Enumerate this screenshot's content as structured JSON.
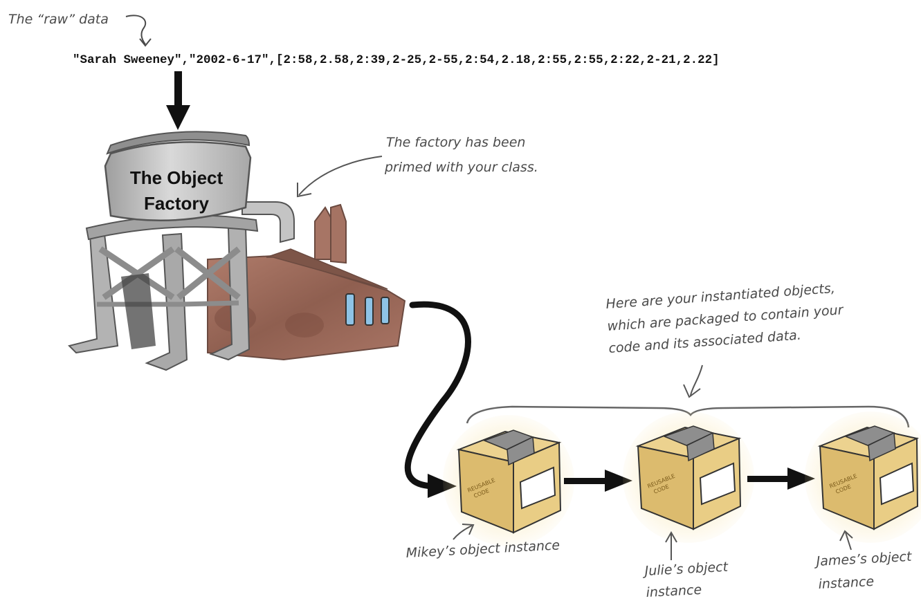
{
  "labels": {
    "raw_data": "The “raw” data",
    "raw_record": "\"Sarah Sweeney\",\"2002-6-17\",[2:58,2.58,2:39,2-25,2-55,2:54,2.18,2:55,2:55,2:22,2-21,2.22]",
    "factory_line1": "The Object",
    "factory_line2": "Factory",
    "primed_line1": "The factory has been",
    "primed_line2": "primed with your class.",
    "instantiated_line1": "Here are your instantiated objects,",
    "instantiated_line2": "which are packaged to contain your",
    "instantiated_line3": "code and its associated data.",
    "mikey": "Mikey’s object instance",
    "julie_line1": "Julie’s object",
    "julie_line2": "instance",
    "james_line1": "James’s object",
    "james_line2": "instance"
  },
  "boxes": [
    {
      "stamp_line1": "REUSABLE",
      "stamp_line2": "CODE"
    },
    {
      "stamp_line1": "REUSABLE",
      "stamp_line2": "CODE"
    },
    {
      "stamp_line1": "REUSABLE",
      "stamp_line2": "CODE"
    }
  ],
  "colors": {
    "arrow": "#111111",
    "annotation": "#4a4a4a",
    "factory_grey": "#b9b9b9",
    "factory_brick": "#9a6a5a",
    "box_tan": "#e2c37a",
    "box_glow": "#f7e3a8",
    "tape": "#8e8e8e"
  }
}
